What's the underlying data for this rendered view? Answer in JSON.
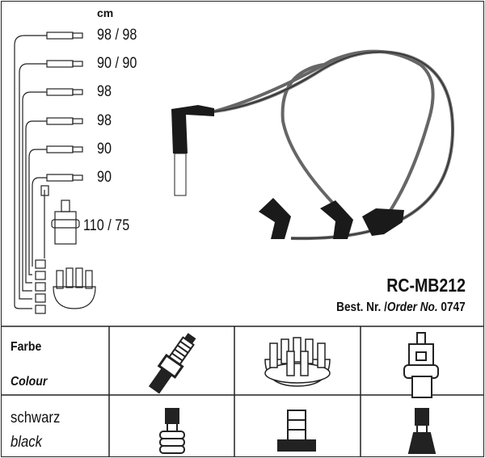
{
  "unit_label": "cm",
  "lengths": [
    "98 / 98",
    "90 / 90",
    "98",
    "98",
    "90",
    "90",
    "110 / 75"
  ],
  "product": {
    "code": "RC-MB212",
    "order_prefix": "Best. Nr.",
    "order_separator": "/",
    "order_label": "Order No.",
    "order_number": "0747"
  },
  "table": {
    "header_de": "Farbe",
    "header_en": "Colour",
    "color_de": "schwarz",
    "color_en": "black",
    "columns": [
      "spark-plug",
      "distributor-cap",
      "ignition-coil"
    ]
  }
}
